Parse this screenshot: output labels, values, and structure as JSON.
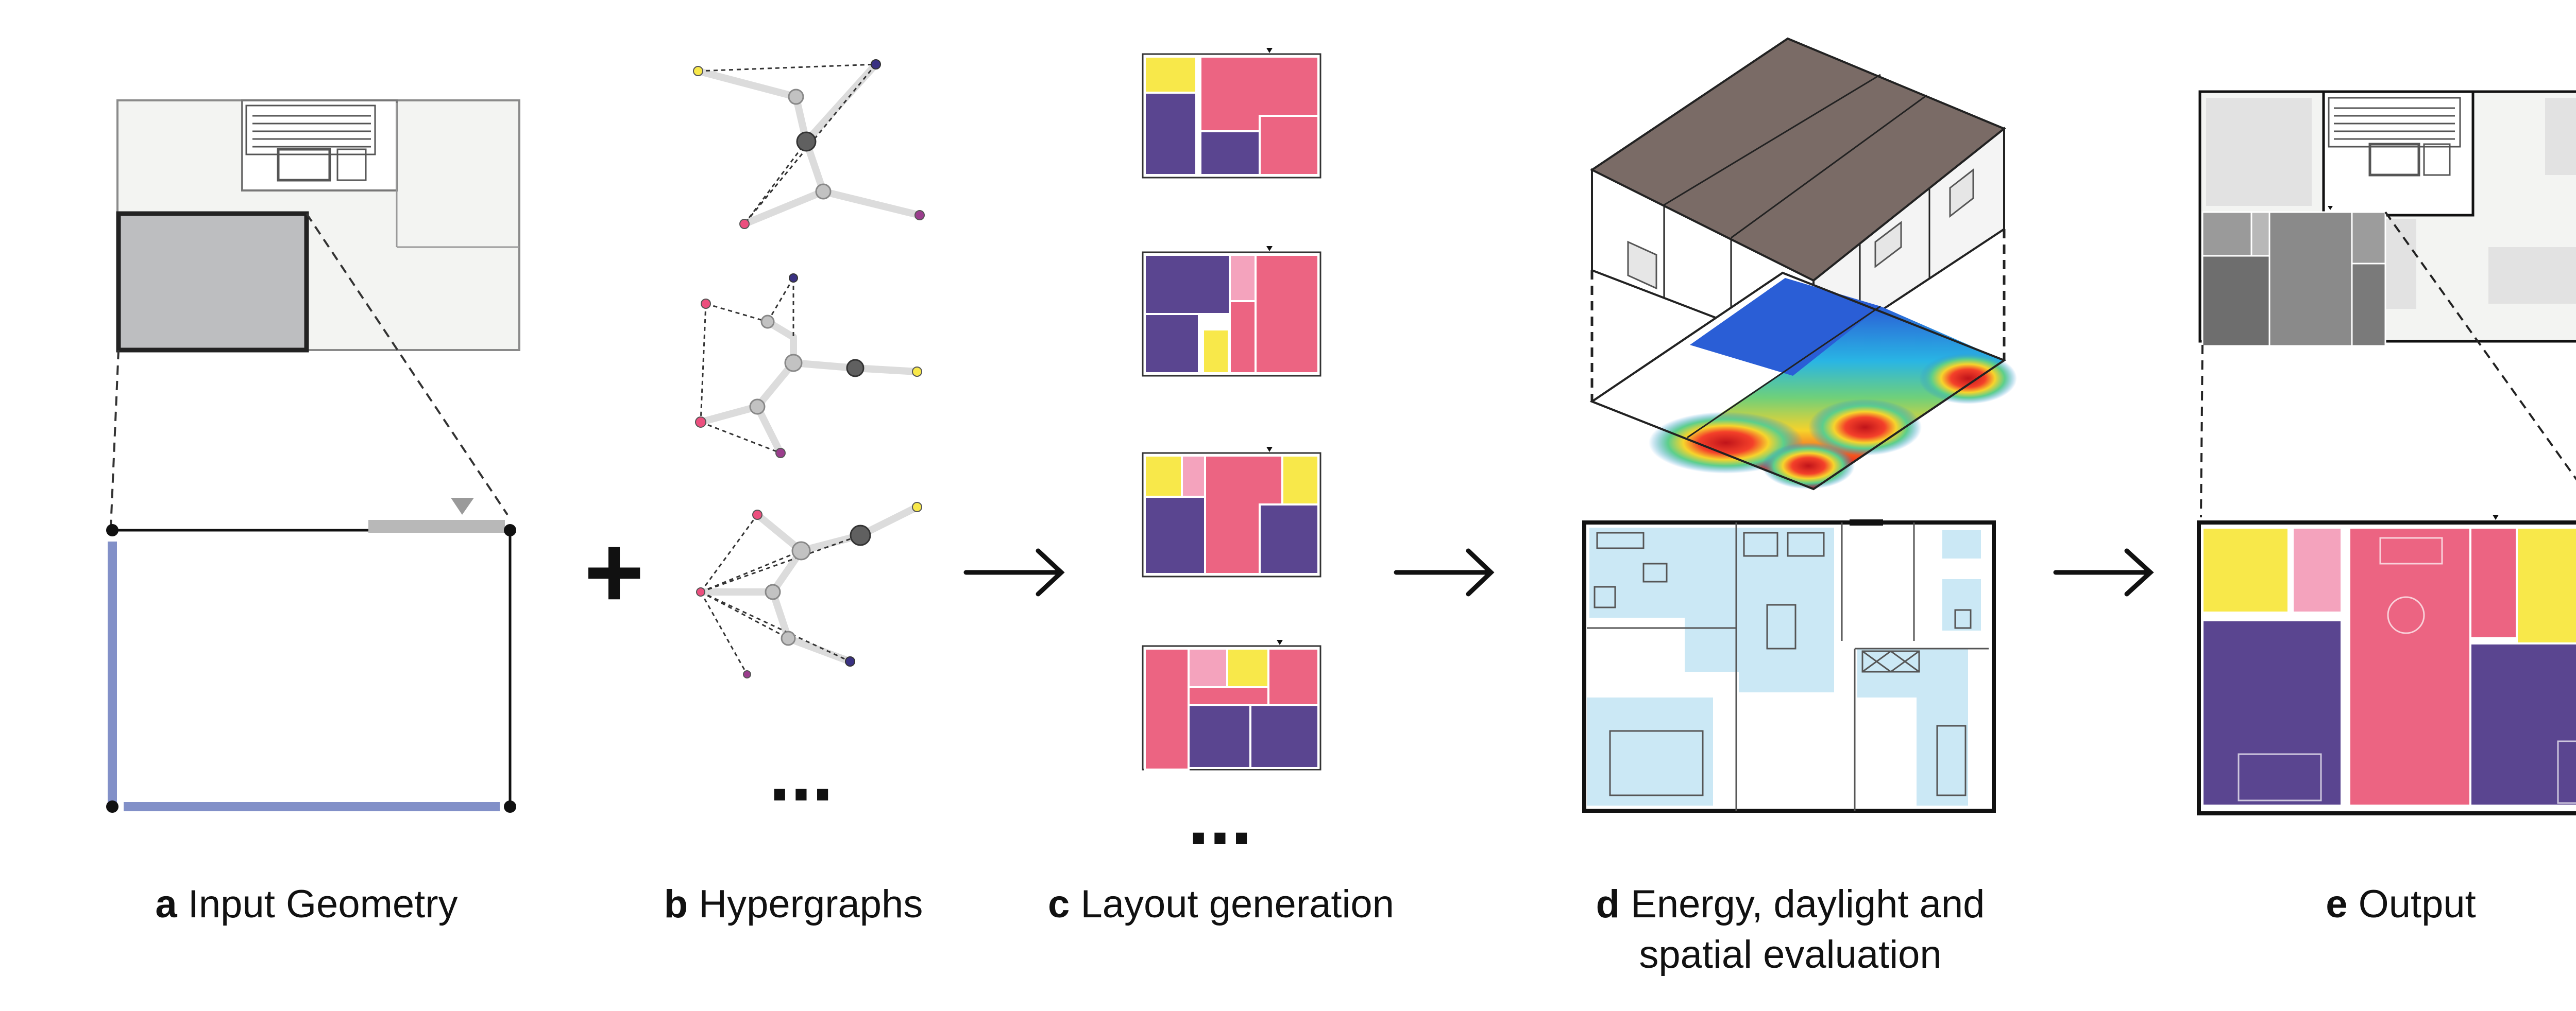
{
  "colors": {
    "bedroom": "#5a4590",
    "living": "#ec6482",
    "service": "#f8e84a",
    "pink_light": "#f4a3bd",
    "outline": "#333333",
    "site_grey": "#bdbec0",
    "site_light": "#f3f4f2",
    "input_edge": "#8290c8",
    "eval_blue": "#cbe8f5",
    "roof": "#7a6b66"
  },
  "captions": {
    "a": {
      "letter": "a",
      "text": "Input Geometry"
    },
    "b": {
      "letter": "b",
      "text": "Hypergraphs"
    },
    "c": {
      "letter": "c",
      "text": "Layout generation"
    },
    "d": {
      "letter": "d",
      "text": "Energy, daylight and",
      "text2": "spatial evaluation"
    },
    "e": {
      "letter": "e",
      "text": "Output"
    }
  },
  "symbols": {
    "plus": "+",
    "ellipsis": "...",
    "arrow": "→"
  }
}
